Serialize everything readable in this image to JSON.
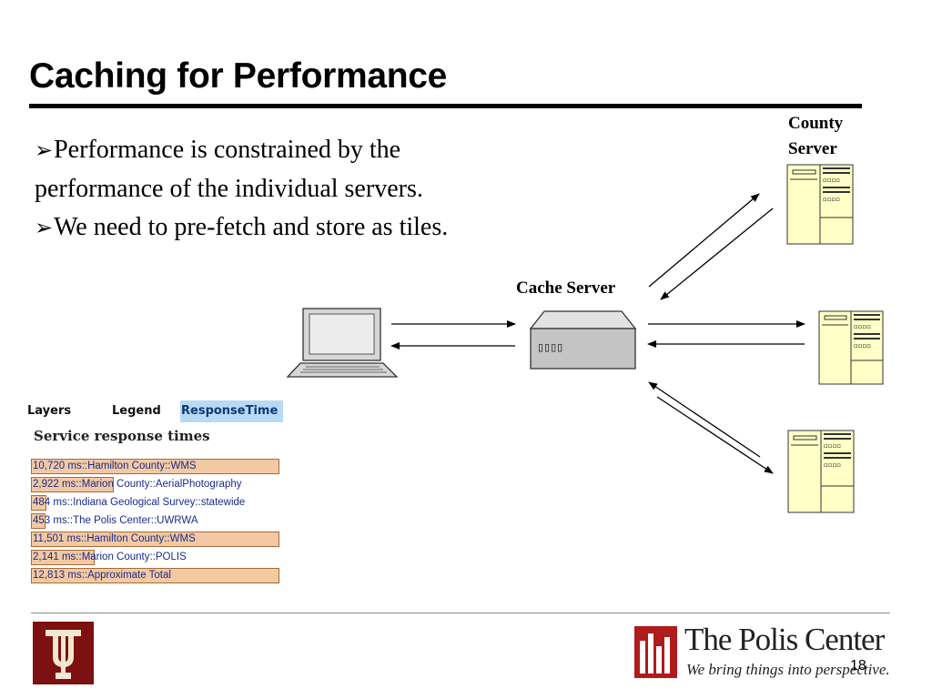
{
  "slide": {
    "title": "Caching for Performance",
    "bullets": [
      {
        "marker": "➢",
        "text": "Performance is constrained by the performance of the individual servers."
      },
      {
        "marker": "➢",
        "text": "We need to pre-fetch and store as tiles."
      }
    ],
    "page_number": "18"
  },
  "diagram": {
    "county_server_label": "County Server",
    "cache_server_label": "Cache Server",
    "cache_server_panel": "▯▯▯▯",
    "colors": {
      "server_fill": "#ffffc6",
      "cache_fill": "#c4c4c4",
      "laptop_fill": "#d6d6d6"
    }
  },
  "response_panel": {
    "tabs": [
      "Layers",
      "Legend",
      "ResponseTime"
    ],
    "active_tab": "ResponseTime",
    "heading": "Service response times",
    "rows": [
      {
        "text": "10,720 ms::Hamilton County::WMS",
        "fraction": 1.0
      },
      {
        "text": "2,922 ms::Marion County::AerialPhotography",
        "fraction": 0.33
      },
      {
        "text": "484 ms::Indiana Geological Survey::statewide",
        "fraction": 0.055
      },
      {
        "text": "453 ms::The Polis Center::UWRWA",
        "fraction": 0.05
      },
      {
        "text": "11,501 ms::Hamilton County::WMS",
        "fraction": 1.0
      },
      {
        "text": "2,141 ms::Marion County::POLIS",
        "fraction": 0.25
      },
      {
        "text": "12,813 ms::Approximate Total",
        "fraction": 1.0
      }
    ],
    "colors": {
      "bar_fill": "#f2c9a3",
      "bar_border": "#a86b3a",
      "active_tab_bg": "#b9daf5",
      "row_text": "#1a2c8c"
    }
  },
  "footer": {
    "polis_name": "The Polis Center",
    "polis_tagline": "We bring things into perspective.",
    "colors": {
      "iu_crimson": "#7d1010",
      "polis_red": "#b01c1c"
    }
  }
}
